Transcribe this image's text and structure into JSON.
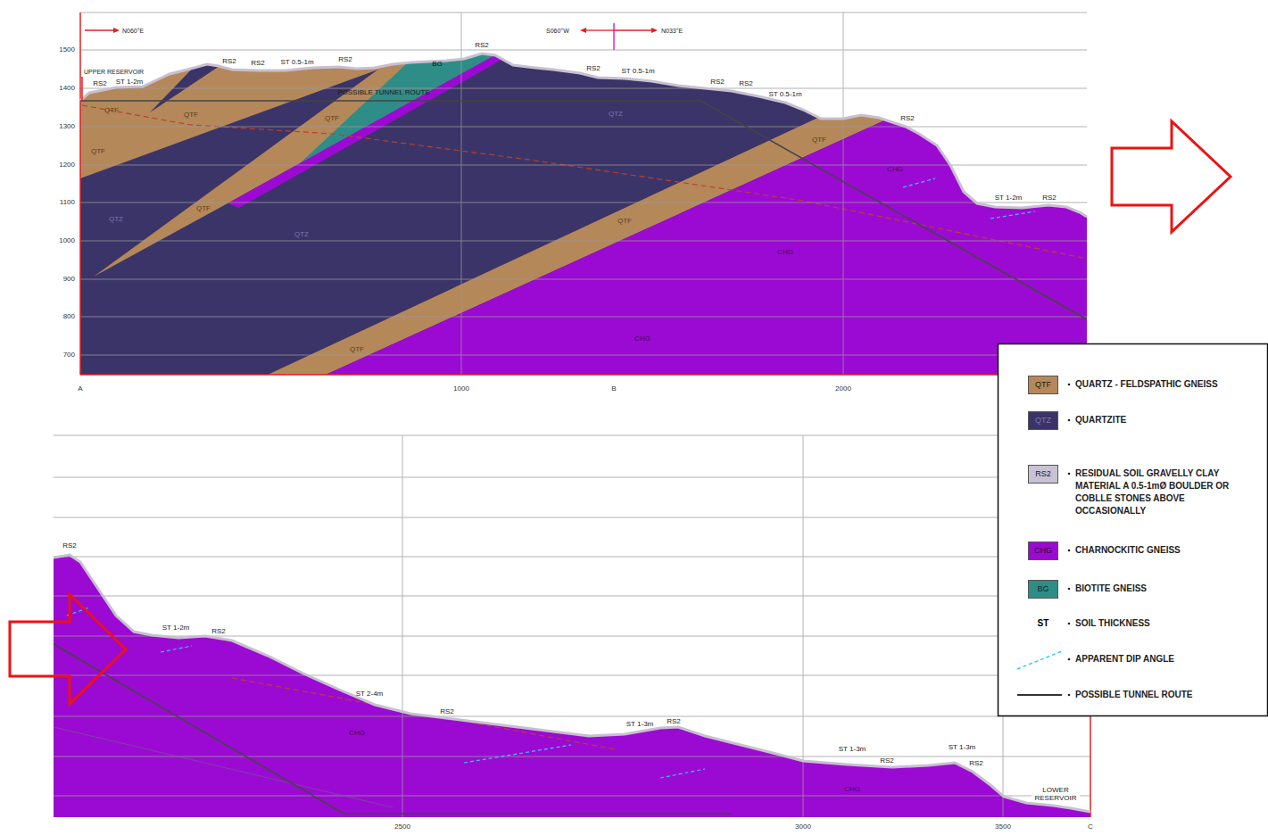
{
  "diagram": {
    "labels": [
      "N060°E",
      "S060°W",
      "N033°E",
      "UPPER RESERVOIR",
      "RS2",
      "ST 1-2m",
      "RS2",
      "RS2",
      "ST 0.5-1m",
      "RS2",
      "POSSIBLE TUNNEL ROUTE",
      "BG",
      "RS2",
      "RS2",
      "ST 0.5-1m",
      "RS2",
      "RS2",
      "ST 0.5-1m",
      "RS2",
      "ST 1-2m",
      "RS2",
      "QTF",
      "QTF",
      "QTF",
      "QTF",
      "QTF",
      "QTF",
      "QTF",
      "QTF",
      "QTZ",
      "QTZ",
      "QTZ",
      "CHG",
      "CHG",
      "CHG",
      "1500",
      "1400",
      "1300",
      "1200",
      "1100",
      "1000",
      "900",
      "800",
      "700",
      "A",
      "1000",
      "B",
      "2000",
      "RS2",
      "ST 1-2m",
      "RS2",
      "ST 2-4m",
      "RS2",
      "ST 1-3m",
      "RS2",
      "ST 1-3m",
      "RS2",
      "ST 1-3m",
      "RS2",
      "LOWER RESERVOIR",
      "CHG",
      "CHG",
      "2500",
      "3000",
      "3500",
      "C",
      "QTF",
      "QTZ",
      "RS2",
      "CHG",
      "BG",
      "ST"
    ],
    "legend": [
      {
        "text": "QUARTZ - FELDSPATHIC GNEISS",
        "color": "#b5885a"
      },
      {
        "text": "QUARTZITE",
        "color": "#3b3468"
      },
      {
        "text": "RESIDUAL SOIL GRAVELLY CLAY MATERIAL A 0.5-1mØ BOULDER OR COBLLE STONES ABOVE OCCASIONALLY",
        "color": "#c8c2d4"
      },
      {
        "text": "CHARNOCKITIC GNEISS",
        "color": "#9b0ad2"
      },
      {
        "text": "BIOTITE GNEISS",
        "color": "#2f8d87"
      },
      {
        "text": "SOIL THICKNESS"
      },
      {
        "text": "APPARENT DIP ANGLE"
      },
      {
        "text": "POSSIBLE TUNNEL ROUTE"
      }
    ]
  }
}
